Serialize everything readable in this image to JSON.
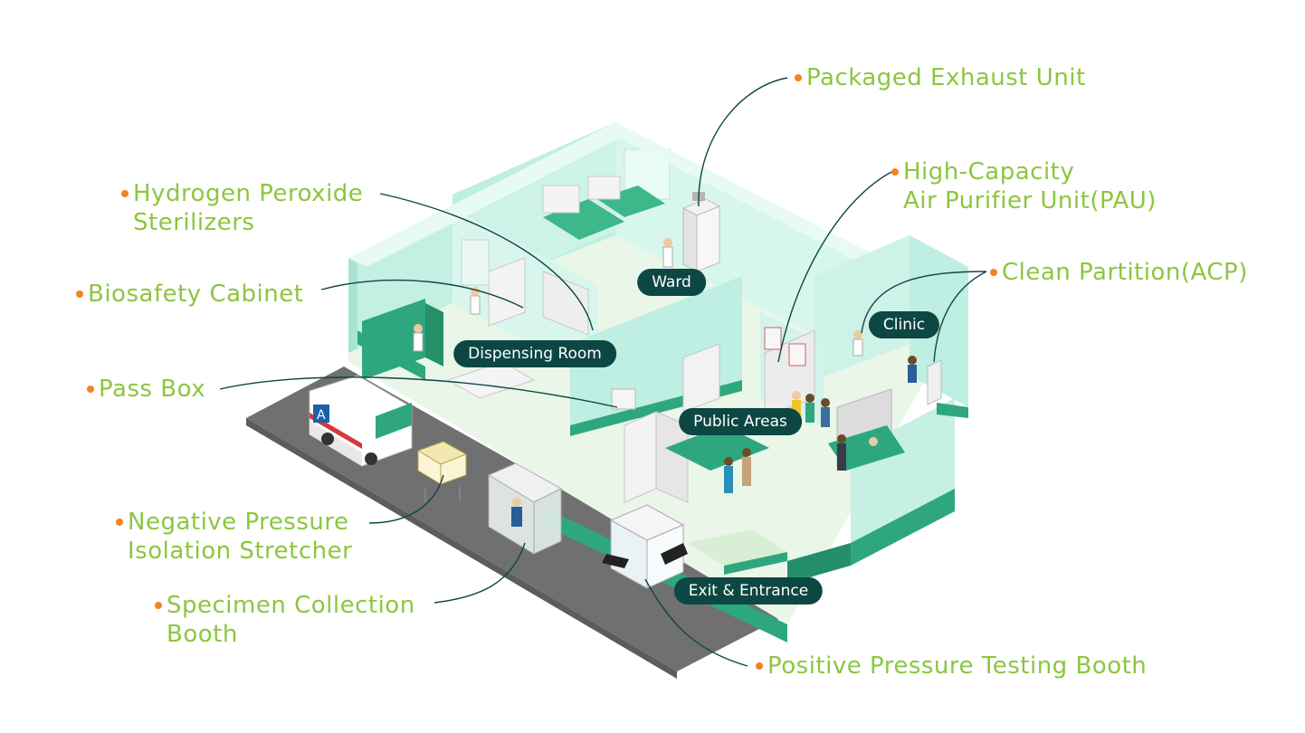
{
  "callouts": {
    "packaged_exhaust": "Packaged Exhaust Unit",
    "hydrogen_peroxide_1": "Hydrogen Peroxide",
    "hydrogen_peroxide_2": "Sterilizers",
    "high_capacity_1": "High-Capacity",
    "high_capacity_2": "Air Purifier Unit(PAU)",
    "clean_partition": "Clean Partition(ACP)",
    "biosafety_cabinet": "Biosafety Cabinet",
    "pass_box": "Pass Box",
    "negative_pressure_1": "Negative Pressure",
    "negative_pressure_2": "Isolation Stretcher",
    "specimen_collection_1": "Specimen Collection",
    "specimen_collection_2": "Booth",
    "positive_pressure": "Positive Pressure Testing Booth"
  },
  "rooms": {
    "ward": "Ward",
    "dispensing_room": "Dispensing Room",
    "clinic": "Clinic",
    "public_areas": "Public Areas",
    "exit_entrance": "Exit & Entrance"
  },
  "ambulance_letter": "A",
  "colors": {
    "callout_text": "#8cc63f",
    "callout_dot": "#f58220",
    "label_bg": "#0d4744",
    "leader_line": "#0d4744",
    "wall_green": "#2ea77e",
    "wall_light": "#c9f1e4",
    "floor": "#e8f5e4",
    "road": "#707070"
  }
}
